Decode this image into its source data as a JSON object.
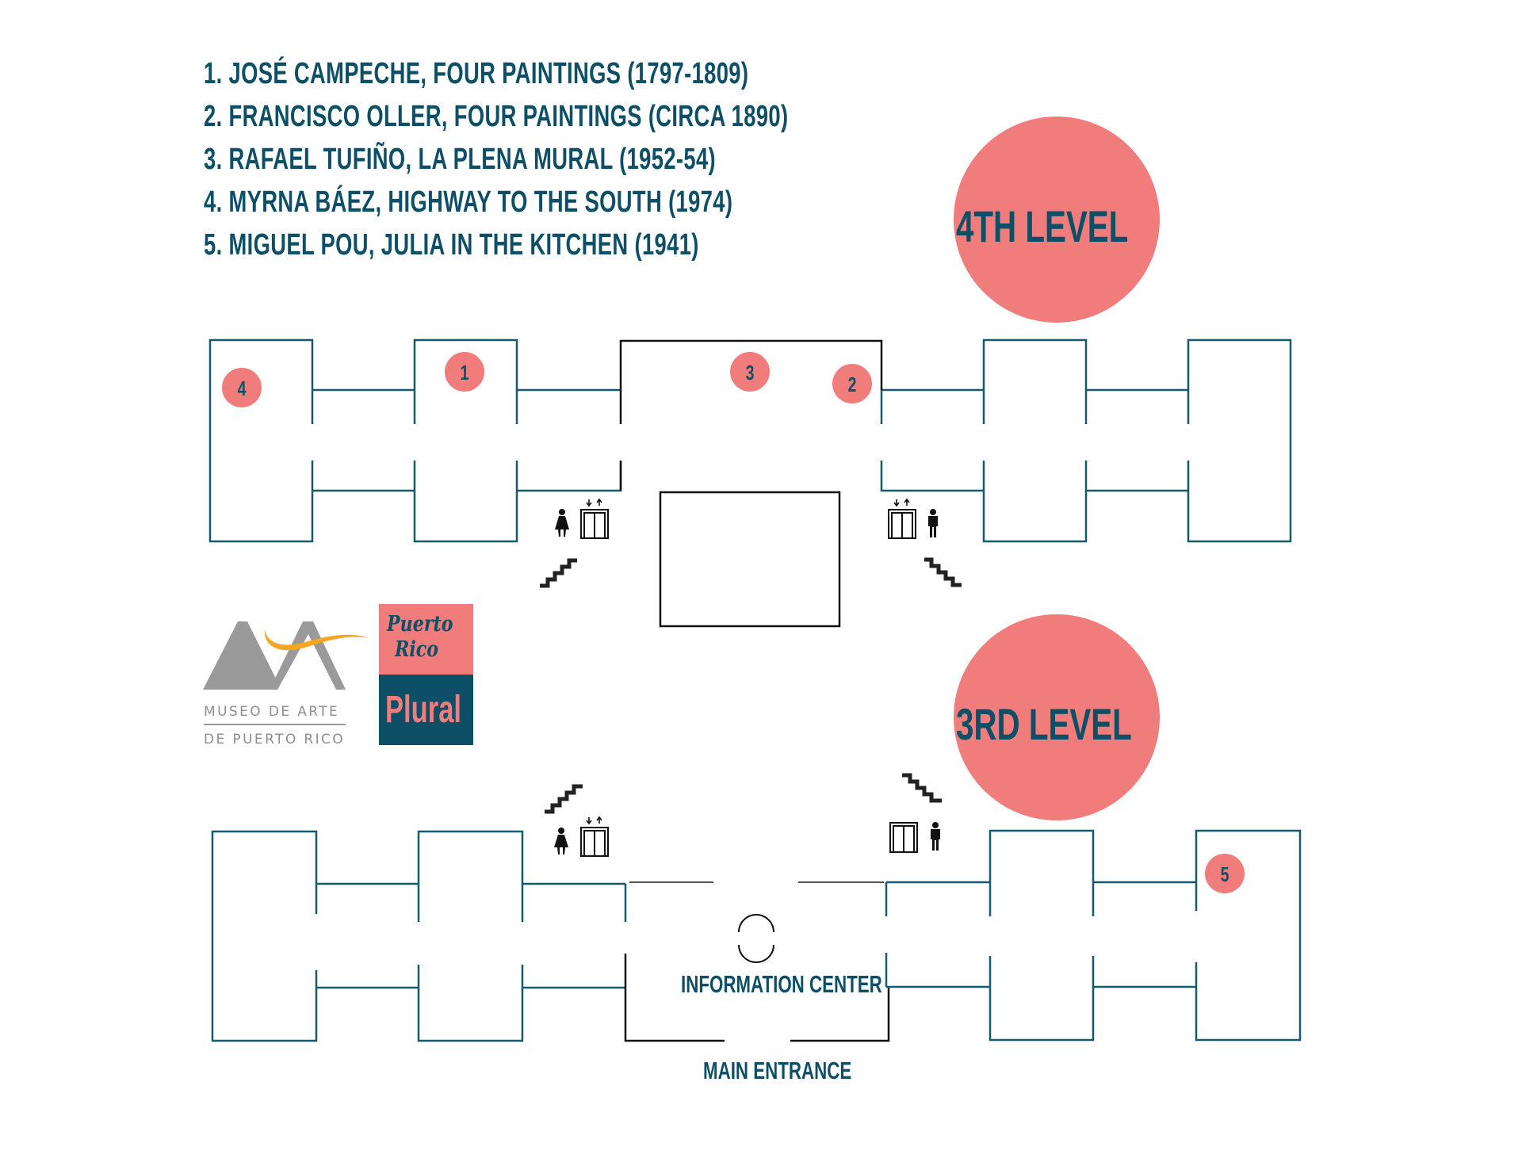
{
  "legend": {
    "items": [
      "1. JOSÉ CAMPECHE, FOUR PAINTINGS (1797-1809)",
      "2. FRANCISCO OLLER, FOUR PAINTINGS (CIRCA 1890)",
      "3. RAFAEL TUFIÑO, LA PLENA MURAL (1952-54)",
      "4. MYRNA BÁEZ, HIGHWAY TO THE SOUTH (1974)",
      "5. MIGUEL POU, JULIA IN THE KITCHEN (1941)"
    ]
  },
  "levels": {
    "upper": "4TH LEVEL",
    "lower": "3RD LEVEL"
  },
  "markers": [
    "1",
    "2",
    "3",
    "4",
    "5"
  ],
  "labels": {
    "information_center": "INFORMATION CENTER",
    "main_entrance": "MAIN ENTRANCE"
  },
  "logos": {
    "museum_line1": "MUSEO DE ARTE",
    "museum_line2": "DE PUERTO RICO",
    "badge_script_line1": "Puerto",
    "badge_script_line2": "Rico",
    "badge_word": "Plural"
  },
  "icons": {
    "restroom_women": "woman-icon",
    "restroom_men": "man-icon",
    "elevator": "elevator-icon",
    "stairs": "stairs-icon",
    "information": "info-desk-icon"
  },
  "colors": {
    "teal": "#0c4f66",
    "wall": "#17596d",
    "coral": "#f07c7c",
    "orange": "#f5a623",
    "gray": "#8e8e8e"
  }
}
